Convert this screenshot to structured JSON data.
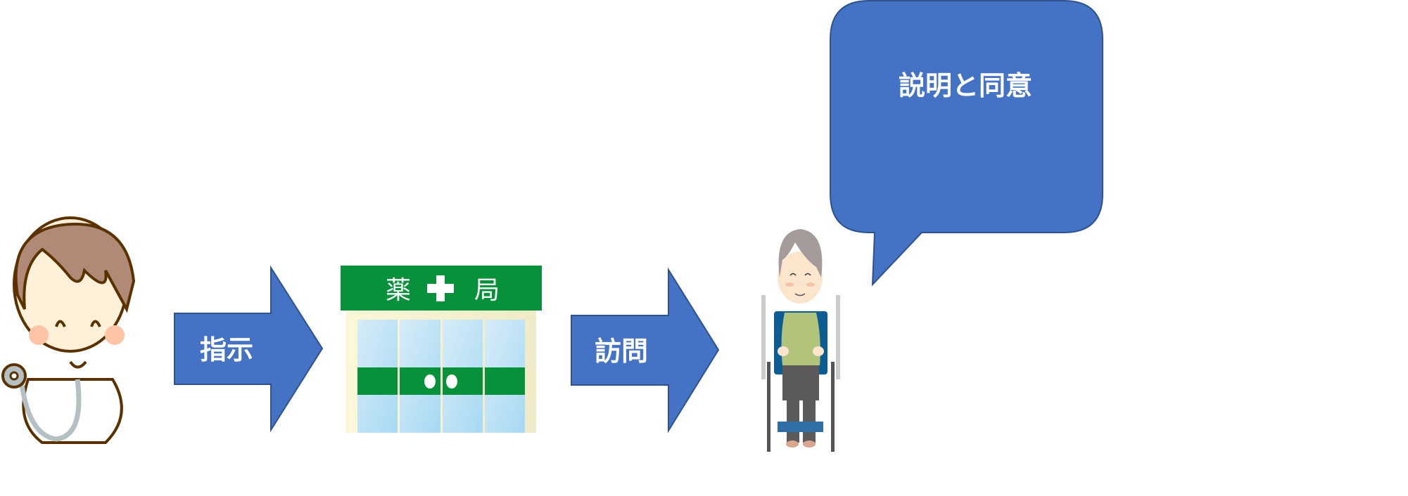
{
  "labels": {
    "instruction": "指示",
    "visit": "訪問",
    "consent": "説明と同意"
  },
  "pharmacy": {
    "sign_left": "薬",
    "sign_right": "局"
  },
  "colors": {
    "arrow": "#4472c4",
    "arrow_border": "#2f528f",
    "pharmacy_green": "#07913a",
    "window_blue": "#bfe2f6"
  }
}
